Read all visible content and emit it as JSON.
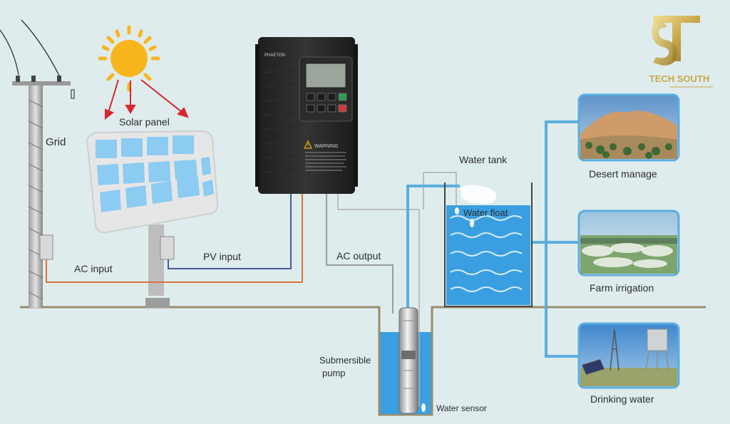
{
  "labels": {
    "grid": "Grid",
    "solar_panel": "Solar panel",
    "ac_input": "AC input",
    "pv_input": "PV input",
    "ac_output": "AC output",
    "water_tank": "Water tank",
    "water_float": "Water float",
    "submersible_pump_line1": "Submersible",
    "submersible_pump_line2": "pump",
    "water_sensor": "Water sensor",
    "desert_manage": "Desert manage",
    "farm_irrigation": "Farm irrigation",
    "drinking_water": "Drinking water"
  },
  "inverter": {
    "brand": "PHAETON",
    "warning": "WARNING"
  },
  "logo": {
    "text": "TECH SOUTH"
  },
  "colors": {
    "background": "#dfeced",
    "pipe_blue": "#5aaedf",
    "water": "#3a9fe0",
    "ac_line": "#d8743c",
    "pv_line": "#4a5a98",
    "sun": "#f9b51e",
    "arrow_red": "#d7282f",
    "ground": "#9a8d6e",
    "logo_gold": "#c9a84a"
  }
}
